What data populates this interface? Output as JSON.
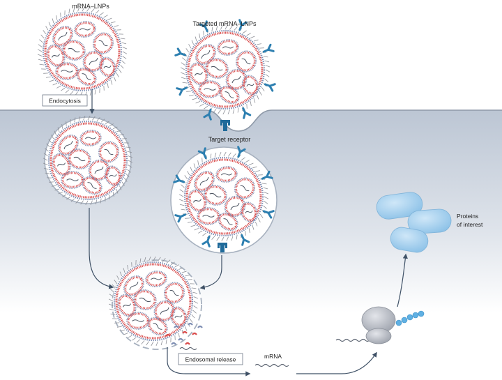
{
  "labels": {
    "mrna_lnps": "mRNA–LNPs",
    "targeted_mrna_lnps": "Targeted mRNA–LNPs",
    "endocytosis": "Endocytosis",
    "target_receptor": "Target receptor",
    "endosomal_release": "Endosomal release",
    "mrna": "mRNA",
    "proteins_line1": "Proteins",
    "proteins_line2": "of interest"
  },
  "colors": {
    "cytoplasm_top": "#bcc6d4",
    "cytoplasm_bottom": "#ffffff",
    "lipid_red": "#d94b4b",
    "lipid_blue": "#7f8fb4",
    "antibody": "#2d7fb0",
    "receptor": "#1f6a9a",
    "protein": "#a9d3f0",
    "ribosome": "#b3b7c0",
    "arrow": "#3f5166"
  }
}
